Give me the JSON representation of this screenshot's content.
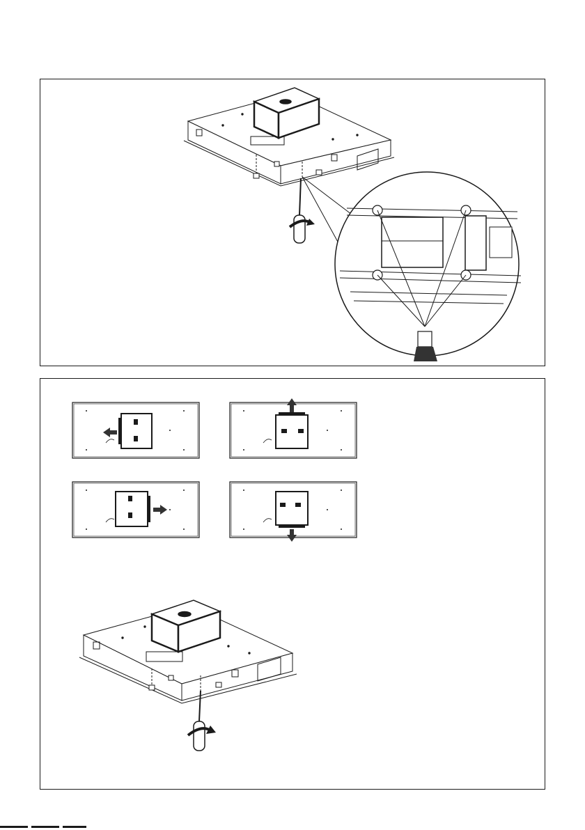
{
  "colors": {
    "line": "#1a1a1a",
    "dark": "#222222",
    "gray": "#888888",
    "background": "#ffffff"
  },
  "figures": {
    "top_panel": {
      "hood_unit": "ceiling-hood-with-motor-box",
      "detail_view": "magnified-circle-with-screw-points",
      "tool": "screwdriver-icon",
      "screw_points_count": 4
    },
    "bottom_panel": {
      "orientation_views": [
        {
          "arrow": "left"
        },
        {
          "arrow": "up"
        },
        {
          "arrow": "right"
        },
        {
          "arrow": "down"
        }
      ],
      "hood_unit": "ceiling-hood-with-motor-box",
      "tool": "screwdriver-icon"
    }
  }
}
